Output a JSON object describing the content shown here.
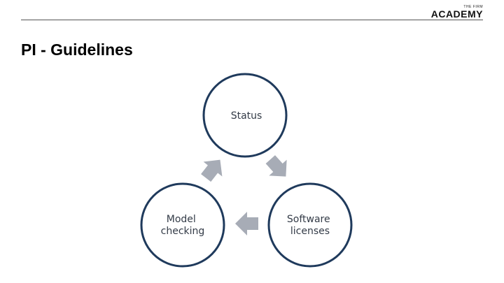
{
  "header": {
    "logo_small_text": "THE FIRM",
    "logo_text": "ACADEMY"
  },
  "slide": {
    "title": "PI - Guidelines"
  },
  "diagram": {
    "nodes": [
      {
        "id": "status",
        "lines": [
          "Status"
        ]
      },
      {
        "id": "software-licenses",
        "lines": [
          "Software",
          "licenses"
        ]
      },
      {
        "id": "model-checking",
        "lines": [
          "Model",
          "checking"
        ]
      }
    ],
    "cycle_order": [
      "status",
      "software-licenses",
      "model-checking"
    ],
    "colors": {
      "circle_stroke": "#1f3a5c",
      "arrow_fill": "#a7acb6",
      "label_text": "#333b47"
    }
  }
}
